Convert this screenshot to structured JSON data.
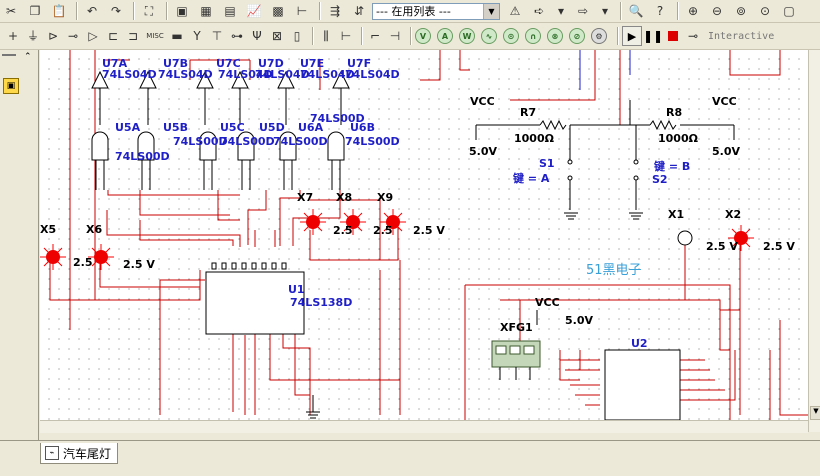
{
  "toolbar": {
    "layer_combo_value": "--- 在用列表 ---",
    "interactive_label": "Interactive",
    "misc_label": "MISC"
  },
  "tabs": [
    {
      "label": "汽车尾灯"
    }
  ],
  "watermark": "51黑电子",
  "schematic": {
    "inverters": [
      {
        "ref": "U7A",
        "part": "74LS04D"
      },
      {
        "ref": "U7B",
        "part": "74LS04D"
      },
      {
        "ref": "U7C",
        "part": "74LS04D"
      },
      {
        "ref": "U7D",
        "part": "74LS04D"
      },
      {
        "ref": "U7E",
        "part": "74LS04D"
      },
      {
        "ref": "U7F",
        "part": "74LS04D"
      }
    ],
    "nand_gates": [
      {
        "ref": "U5A",
        "part": "74LS00D"
      },
      {
        "ref": "U5B",
        "part": "74LS00D"
      },
      {
        "ref": "U5C",
        "part": "74LS00D"
      },
      {
        "ref": "U5D",
        "part": "74LS00D"
      },
      {
        "ref": "U6A",
        "part": "74LS00D"
      },
      {
        "ref": "U6B",
        "part": "74LS00D"
      }
    ],
    "probes": [
      {
        "ref": "X5",
        "voltage": "2.5"
      },
      {
        "ref": "X6",
        "voltage": "2.5 V"
      },
      {
        "ref": "X7",
        "voltage": "2.5"
      },
      {
        "ref": "X8",
        "voltage": "2.5"
      },
      {
        "ref": "X9",
        "voltage": "2.5 V"
      },
      {
        "ref": "X1",
        "voltage": "2.5 V"
      },
      {
        "ref": "X2",
        "voltage": "2.5 V"
      }
    ],
    "decoder": {
      "ref": "U1",
      "part": "74LS138D"
    },
    "vcc_left": {
      "label": "VCC",
      "voltage": "5.0V"
    },
    "vcc_right": {
      "label": "VCC",
      "voltage": "5.0V"
    },
    "vcc_mid": {
      "label": "VCC",
      "voltage": "5.0V"
    },
    "r7": {
      "ref": "R7",
      "value": "1000Ω"
    },
    "r8": {
      "ref": "R8",
      "value": "1000Ω"
    },
    "s1": {
      "ref": "S1",
      "key": "键 = A"
    },
    "s2": {
      "ref": "S2",
      "key": "键 = B"
    },
    "xfg": {
      "ref": "XFG1"
    },
    "u2": {
      "ref": "U2"
    }
  },
  "colors": {
    "wire": "#c80000",
    "label": "#1f1fc7",
    "probe": "#ff0000",
    "watermark": "#3aa0d8"
  }
}
